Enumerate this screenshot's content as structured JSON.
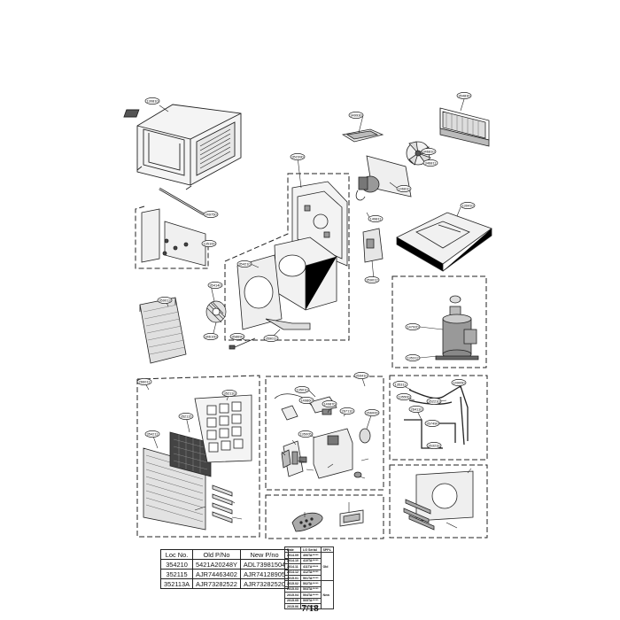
{
  "callouts": [
    {
      "id": "c-130810",
      "label": "130810"
    },
    {
      "id": "c-349930",
      "label": "349930"
    },
    {
      "id": "c-354830",
      "label": "354830"
    },
    {
      "id": "c-346810",
      "label": "346810"
    },
    {
      "id": "c-346811",
      "label": "346811"
    },
    {
      "id": "c-352390",
      "label": "352390"
    },
    {
      "id": "c-146810",
      "label": "146810"
    },
    {
      "id": "c-139410",
      "label": "139410"
    },
    {
      "id": "c-249750",
      "label": "249750"
    },
    {
      "id": "c-135100",
      "label": "135100"
    },
    {
      "id": "c-149811",
      "label": "149811"
    },
    {
      "id": "c-359012",
      "label": "359012"
    },
    {
      "id": "c-354210",
      "label": "354210"
    },
    {
      "id": "c-354140",
      "label": "354140"
    },
    {
      "id": "c-359013",
      "label": "359013"
    },
    {
      "id": "c-346100",
      "label": "346100"
    },
    {
      "id": "c-358690",
      "label": "358690"
    },
    {
      "id": "c-359011",
      "label": "359011"
    },
    {
      "id": "c-147920",
      "label": "147920"
    },
    {
      "id": "c-135312",
      "label": "135312"
    },
    {
      "id": "c-135311",
      "label": "135311"
    },
    {
      "id": "c-135500",
      "label": "135500"
    },
    {
      "id": "c-149050",
      "label": "149050"
    },
    {
      "id": "c-352210",
      "label": "352210"
    },
    {
      "id": "c-264110",
      "label": "264110"
    },
    {
      "id": "c-267490",
      "label": "267490"
    },
    {
      "id": "c-263232",
      "label": "263232"
    },
    {
      "id": "c-266011",
      "label": "266011"
    },
    {
      "id": "c-352110",
      "label": "352110"
    },
    {
      "id": "c-352115",
      "label": "352115"
    },
    {
      "id": "c-354211",
      "label": "354211"
    },
    {
      "id": "c-269410",
      "label": "269410"
    },
    {
      "id": "c-135010",
      "label": "135010"
    },
    {
      "id": "c-149860",
      "label": "149860"
    },
    {
      "id": "c-149870",
      "label": "149870"
    },
    {
      "id": "c-267110",
      "label": "267110"
    },
    {
      "id": "c-266000",
      "label": "266000"
    },
    {
      "id": "c-135005",
      "label": "135005"
    }
  ],
  "parts_table": {
    "headers": [
      "Loc No.",
      "Old P/No",
      "New P/no"
    ],
    "rows": [
      [
        "354210",
        "5421A20248Y",
        "ADL73981504"
      ],
      [
        "352115",
        "AJR74463402",
        "AJR74128905"
      ],
      [
        "352113A",
        "AJR73282522",
        "AJR73282520"
      ]
    ]
  },
  "serial_table": {
    "headers": [
      "Date",
      "LG Serial",
      "SPPL"
    ],
    "rows": [
      [
        "2014.09",
        "406TA*****",
        "Old"
      ],
      [
        "2014.10",
        "410TA*****",
        ""
      ],
      [
        "2014.11",
        "411TA*****",
        ""
      ],
      [
        "2014.12",
        "412TA*****",
        ""
      ],
      [
        "2015.01",
        "501TA*****",
        ""
      ],
      [
        "2015.02",
        "502TA*****",
        "New"
      ],
      [
        "2015.03",
        "503TA*****",
        ""
      ],
      [
        "2015.04",
        "504TA*****",
        ""
      ],
      [
        "2015.05",
        "505TA*****",
        ""
      ],
      [
        "2015.06",
        "506TA*****",
        ""
      ]
    ]
  },
  "page_number": "7/18"
}
